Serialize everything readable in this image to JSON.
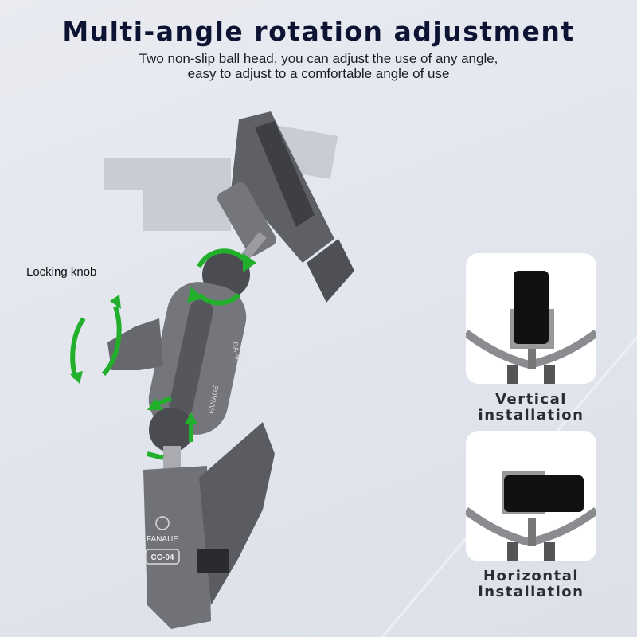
{
  "header": {
    "title": "Multi-angle rotation adjustment",
    "subtitle_lines": [
      "Two non-slip ball head, you can adjust the use of any angle,",
      "easy to adjust to a comfortable angle of use"
    ]
  },
  "product": {
    "callout": "Locking knob",
    "brand": "FANAUE",
    "model_clamp": "CC-04",
    "model_arm": "DA-40",
    "arrow_color": "#22b02c",
    "metal_color": "#6e7076"
  },
  "installations": [
    {
      "caption_lines": [
        "Vertical",
        "installation"
      ]
    },
    {
      "caption_lines": [
        "Horizontal",
        "installation"
      ]
    }
  ]
}
